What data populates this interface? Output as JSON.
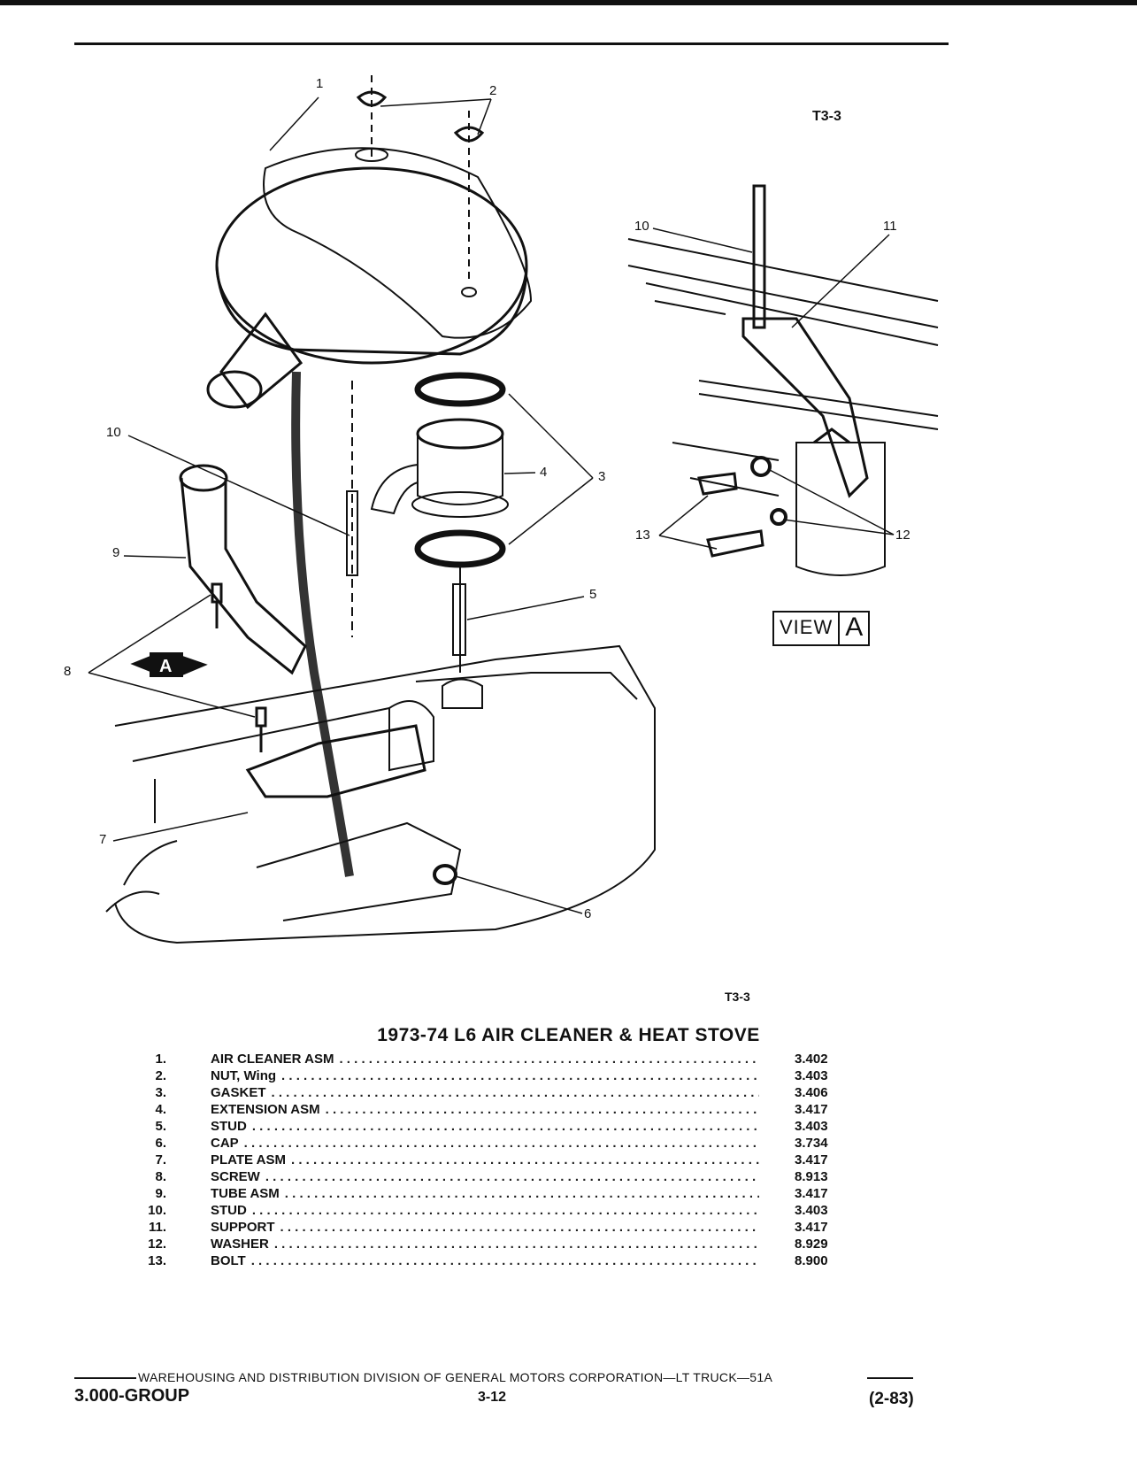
{
  "figure": {
    "code_top": "T3-3",
    "code_bottom": "T3-3",
    "title": "1973-74 L6 AIR CLEANER & HEAT STOVE",
    "view_label": "VIEW",
    "view_letter": "A",
    "view_badge": "A"
  },
  "callouts": {
    "c1": "1",
    "c2": "2",
    "c3": "3",
    "c4": "4",
    "c5": "5",
    "c6": "6",
    "c7": "7",
    "c8": "8",
    "c9": "9",
    "c10": "10",
    "c10b": "10",
    "c11": "11",
    "c12": "12",
    "c13": "13"
  },
  "parts": [
    {
      "num": "1.",
      "name": "AIR CLEANER ASM",
      "code": "3.402"
    },
    {
      "num": "2.",
      "name": "NUT, Wing",
      "code": "3.403"
    },
    {
      "num": "3.",
      "name": "GASKET",
      "code": "3.406"
    },
    {
      "num": "4.",
      "name": "EXTENSION ASM",
      "code": "3.417"
    },
    {
      "num": "5.",
      "name": "STUD",
      "code": "3.403"
    },
    {
      "num": "6.",
      "name": "CAP",
      "code": "3.734"
    },
    {
      "num": "7.",
      "name": "PLATE ASM",
      "code": "3.417"
    },
    {
      "num": "8.",
      "name": "SCREW",
      "code": "8.913"
    },
    {
      "num": "9.",
      "name": "TUBE ASM",
      "code": "3.417"
    },
    {
      "num": "10.",
      "name": "STUD",
      "code": "3.403"
    },
    {
      "num": "11.",
      "name": "SUPPORT",
      "code": "3.417"
    },
    {
      "num": "12.",
      "name": "WASHER",
      "code": "8.929"
    },
    {
      "num": "13.",
      "name": "BOLT",
      "code": "8.900"
    }
  ],
  "footer": {
    "division": "WAREHOUSING AND DISTRIBUTION  DIVISION OF GENERAL MOTORS CORPORATION—LT TRUCK—51A",
    "group": "3.000-GROUP",
    "page": "3-12",
    "date": "(2-83)"
  }
}
